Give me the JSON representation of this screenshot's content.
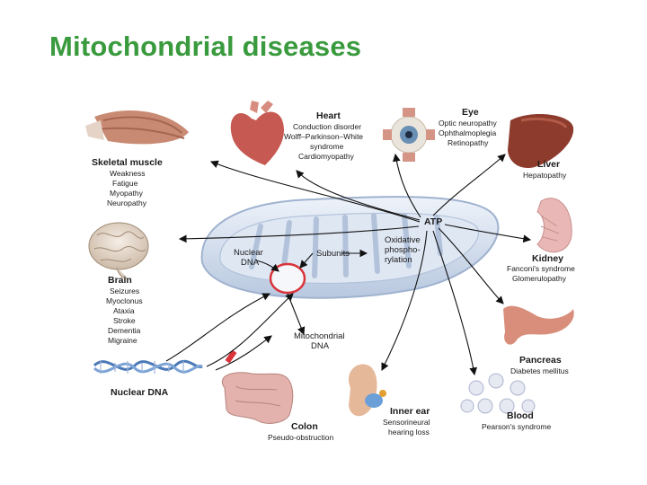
{
  "title": "Mitochondrial diseases",
  "center": {
    "atp": "ATP",
    "nuclear_dna": [
      "Nuclear",
      "DNA"
    ],
    "subunits": "Subunits",
    "oxidative": [
      "Oxidative",
      "phospho-",
      "rylation"
    ],
    "mito_dna": [
      "Mitochondrial",
      "DNA"
    ]
  },
  "organs": {
    "skeletal_muscle": {
      "name": "Skeletal muscle",
      "conditions": [
        "Weakness",
        "Fatigue",
        "Myopathy",
        "Neuropathy"
      ]
    },
    "heart": {
      "name": "Heart",
      "conditions": [
        "Conduction disorder",
        "Wolff–Parkinson–White",
        "syndrome",
        "Cardiomyopathy"
      ]
    },
    "eye": {
      "name": "Eye",
      "conditions": [
        "Optic neuropathy",
        "Ophthalmoplegia",
        "Retinopathy"
      ]
    },
    "liver": {
      "name": "Liver",
      "conditions": [
        "Hepatopathy"
      ]
    },
    "brain": {
      "name": "Brain",
      "conditions": [
        "Seizures",
        "Myoclonus",
        "Ataxia",
        "Stroke",
        "Dementia",
        "Migraine"
      ]
    },
    "kidney": {
      "name": "Kidney",
      "conditions": [
        "Fanconi's syndrome",
        "Glomerulopathy"
      ]
    },
    "pancreas": {
      "name": "Pancreas",
      "conditions": [
        "Diabetes mellitus"
      ]
    },
    "nuclear_dna": {
      "name": "Nuclear DNA"
    },
    "colon": {
      "name": "Colon",
      "conditions": [
        "Pseudo-obstruction"
      ]
    },
    "inner_ear": {
      "name": "Inner ear",
      "conditions": [
        "Sensorineural",
        "hearing loss"
      ]
    },
    "blood": {
      "name": "Blood",
      "conditions": [
        "Pearson's syndrome"
      ]
    }
  },
  "colors": {
    "title": "#3a9a3e",
    "mito_membrane": "#c9d7ea",
    "mtdna_ring": "#d9343a"
  }
}
